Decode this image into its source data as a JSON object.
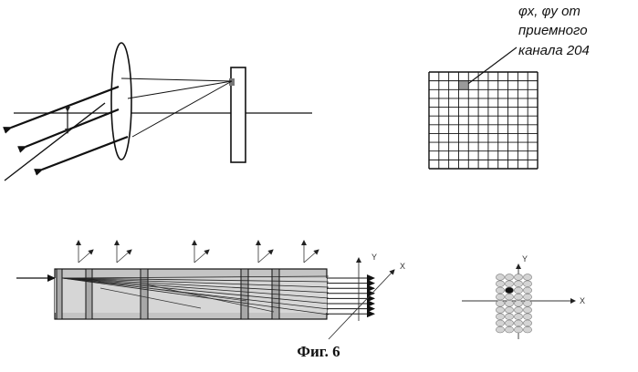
{
  "labels": {
    "phi_line": "φx, φy от",
    "line2": "приемного",
    "line3": "канала 204"
  },
  "axes": {
    "y": "Y",
    "x": "X"
  },
  "caption": "Фиг. 6",
  "grid": {
    "rows": 11,
    "cols": 11,
    "highlight_row": 1,
    "highlight_col": 3
  },
  "dot_matrix": {
    "rows": 9,
    "cols": 4,
    "highlight_row": 2,
    "highlight_col": 1
  },
  "colors": {
    "ink": "#111111",
    "fill_gray": "#bdbdbd",
    "cell_gray": "#9a9a9a"
  }
}
